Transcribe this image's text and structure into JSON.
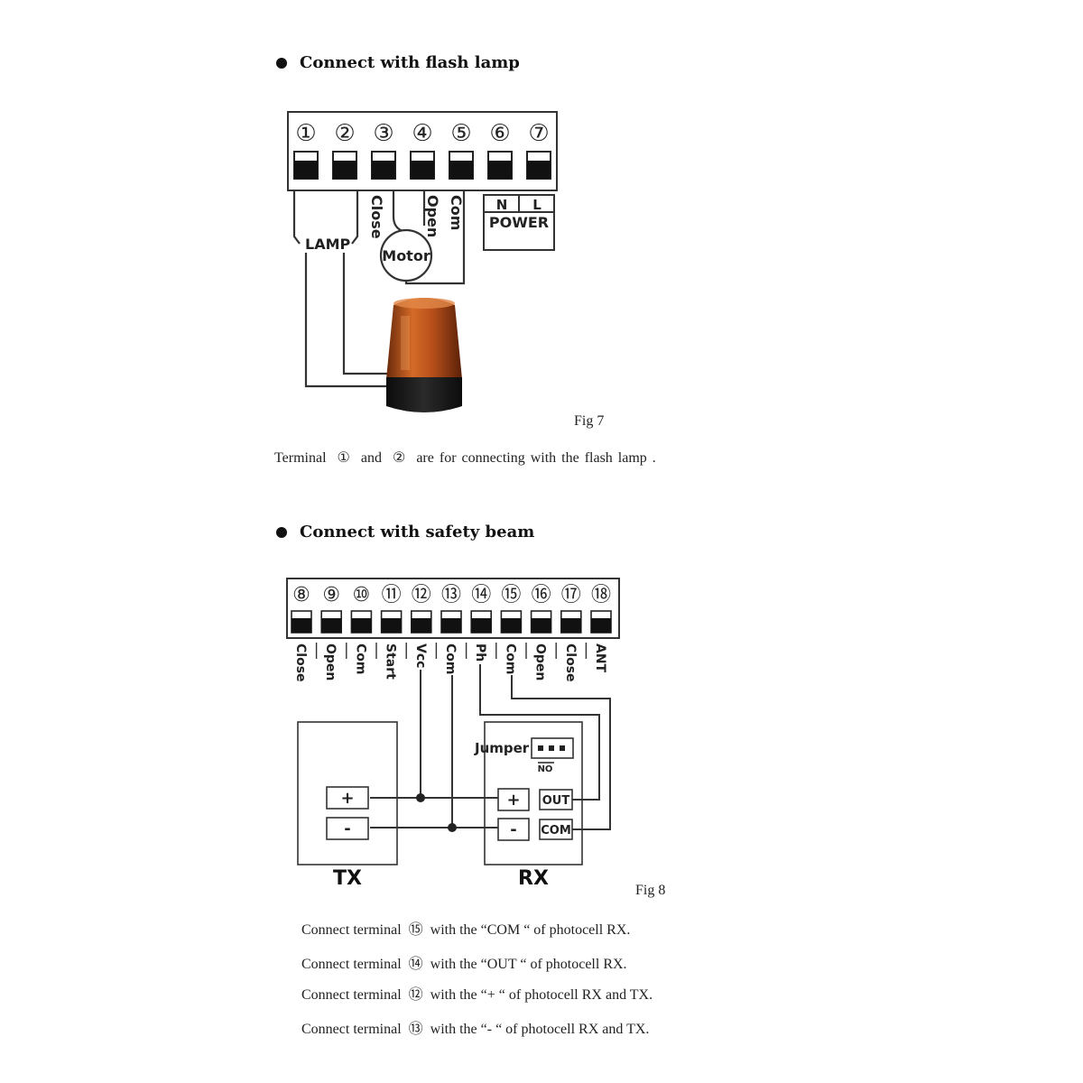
{
  "section1": {
    "heading": "Connect with flash lamp",
    "terminals": [
      "①",
      "②",
      "③",
      "④",
      "⑤",
      "⑥",
      "⑦"
    ],
    "wire_labels": {
      "close": "Close",
      "open": "Open",
      "com": "Com"
    },
    "lamp_label": "LAMP",
    "motor_label": "Motor",
    "power": {
      "n": "N",
      "l": "L",
      "label": "POWER"
    },
    "fig": "Fig 7",
    "note": {
      "pre": "Terminal",
      "t1": "①",
      "and": "and",
      "t2": "②",
      "post": "are for connecting with the flash lamp ."
    }
  },
  "section2": {
    "heading": "Connect with safety beam",
    "terminals": [
      "⑧",
      "⑨",
      "⑩",
      "⑪",
      "⑫",
      "⑬",
      "⑭",
      "⑮",
      "⑯",
      "⑰",
      "⑱"
    ],
    "terminal_labels": [
      "Close",
      "Open",
      "Com",
      "Start",
      "Vcc",
      "Com",
      "Ph",
      "Com",
      "Open",
      "Close",
      "ANT"
    ],
    "jumper": {
      "label": "Jumper",
      "no": "NO"
    },
    "tx": {
      "label": "TX",
      "plus": "+",
      "minus": "-"
    },
    "rx": {
      "label": "RX",
      "plus": "+",
      "minus": "-",
      "out": "OUT",
      "com": "COM"
    },
    "fig": "Fig 8",
    "lines": [
      {
        "pre": "Connect terminal",
        "num": "⑮",
        "post": "with the “COM “ of photocell RX."
      },
      {
        "pre": "Connect terminal",
        "num": "⑭",
        "post": "with the “OUT “ of photocell RX."
      },
      {
        "pre": "Connect terminal",
        "num": "⑫",
        "post": "with the “+ “ of photocell RX and TX."
      },
      {
        "pre": "Connect terminal",
        "num": "⑬",
        "post": "with the “- “ of photocell RX and TX."
      }
    ]
  },
  "colors": {
    "ink": "#222222",
    "lamp_top": "#b8501a",
    "lamp_base": "#1a1a1a"
  }
}
